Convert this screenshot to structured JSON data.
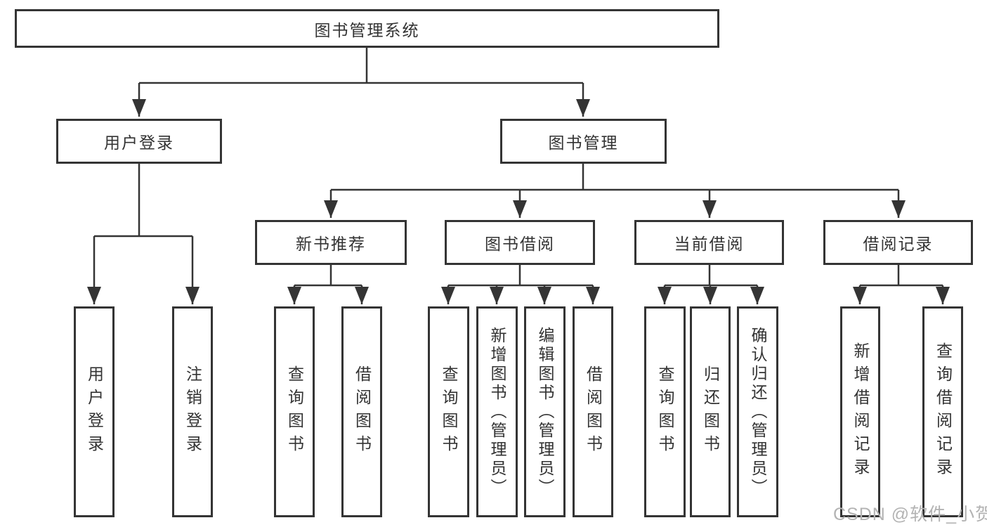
{
  "diagram": {
    "title": "图书管理系统",
    "root": {
      "label": "图书管理系统"
    },
    "level2": [
      {
        "label": "用户登录"
      },
      {
        "label": "图书管理"
      }
    ],
    "level3": [
      {
        "label": "新书推荐"
      },
      {
        "label": "图书借阅"
      },
      {
        "label": "当前借阅"
      },
      {
        "label": "借阅记录"
      }
    ],
    "leaves": {
      "user_login": [
        "用户登录",
        "注销登录"
      ],
      "new_books": [
        "查询图书",
        "借阅图书"
      ],
      "book_borrow": [
        "查询图书",
        "新增图书（管理员）",
        "编辑图书（管理员）",
        "借阅图书"
      ],
      "current_borrow": [
        "查询图书",
        "归还图书",
        "确认归还（管理员）"
      ],
      "borrow_records": [
        "新增借阅记录",
        "查询借阅记录"
      ]
    },
    "colors": {
      "line": "#343434",
      "text": "#333333",
      "watermark": "#b3b3b3",
      "background": "#ffffff"
    },
    "watermark": "CSDN @软件_小贺同学"
  }
}
